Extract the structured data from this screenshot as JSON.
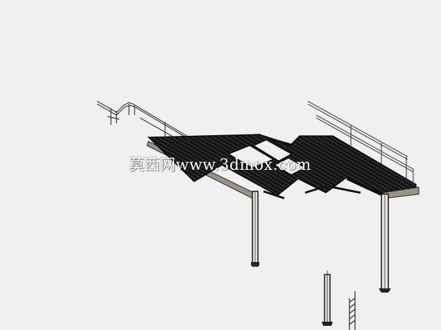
{
  "scene": {
    "subject": "isometric steel platform render",
    "background_color": "#f0f0f0",
    "ink_color": "#1a1a1a",
    "steel_color": "#8a847a"
  },
  "watermark": {
    "text": "莫西网www.3dmox.com"
  },
  "icons": [
    "watermark-logo"
  ]
}
